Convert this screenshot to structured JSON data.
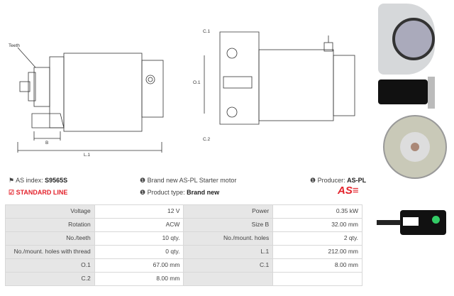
{
  "drawing_labels": {
    "teeth": "Teeth",
    "b": "B",
    "l1": "L.1",
    "c1": "C.1",
    "o1": "O.1",
    "c2": "C.2"
  },
  "info": {
    "as_index_label": "AS index:",
    "as_index_value": "S9565S",
    "standard_line": "STANDARD LINE",
    "description": "Brand new AS-PL Starter motor",
    "product_type_label": "Product type:",
    "product_type_value": "Brand new",
    "producer_label": "Producer:",
    "producer_value": "AS-PL",
    "logo_text": "AS"
  },
  "colors": {
    "accent": "#e3222b",
    "label_bg": "#e6e6e6"
  },
  "specs": [
    [
      {
        "k": "Voltage",
        "v": "12 V"
      },
      {
        "k": "Power",
        "v": "0.35 kW"
      }
    ],
    [
      {
        "k": "Rotation",
        "v": "ACW"
      },
      {
        "k": "Size B",
        "v": "32.00 mm"
      }
    ],
    [
      {
        "k": "No./teeth",
        "v": "10 qty."
      },
      {
        "k": "No./mount. holes",
        "v": "2 qty."
      }
    ],
    [
      {
        "k": "No./mount. holes with thread",
        "v": "0 qty."
      },
      {
        "k": "L.1",
        "v": "212.00 mm"
      }
    ],
    [
      {
        "k": "O.1",
        "v": "67.00 mm"
      },
      {
        "k": "C.1",
        "v": "8.00 mm"
      }
    ],
    [
      {
        "k": "C.2",
        "v": "8.00 mm"
      },
      {
        "k": "",
        "v": ""
      }
    ]
  ]
}
